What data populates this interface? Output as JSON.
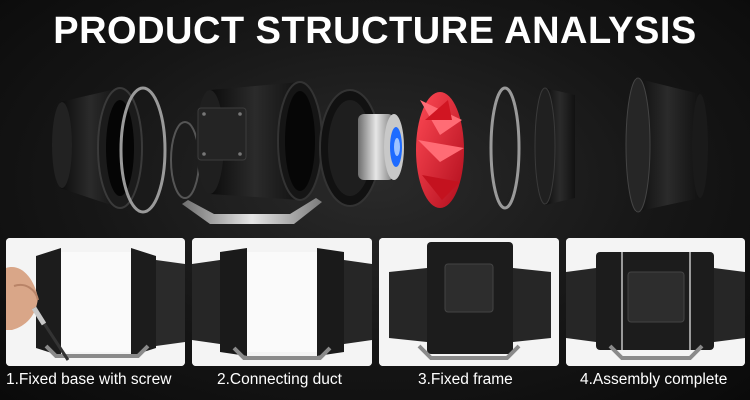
{
  "title": "PRODUCT STRUCTURE ANALYSIS",
  "steps": [
    {
      "label": "1.Fixed base with screw"
    },
    {
      "label": "2.Connecting duct"
    },
    {
      "label": "3.Fixed frame"
    },
    {
      "label": "4.Assembly complete"
    }
  ],
  "colors": {
    "impeller": "#e8192c",
    "motor_accent": "#1e6bff",
    "body": "#1a1a1a",
    "background": "#111111"
  }
}
